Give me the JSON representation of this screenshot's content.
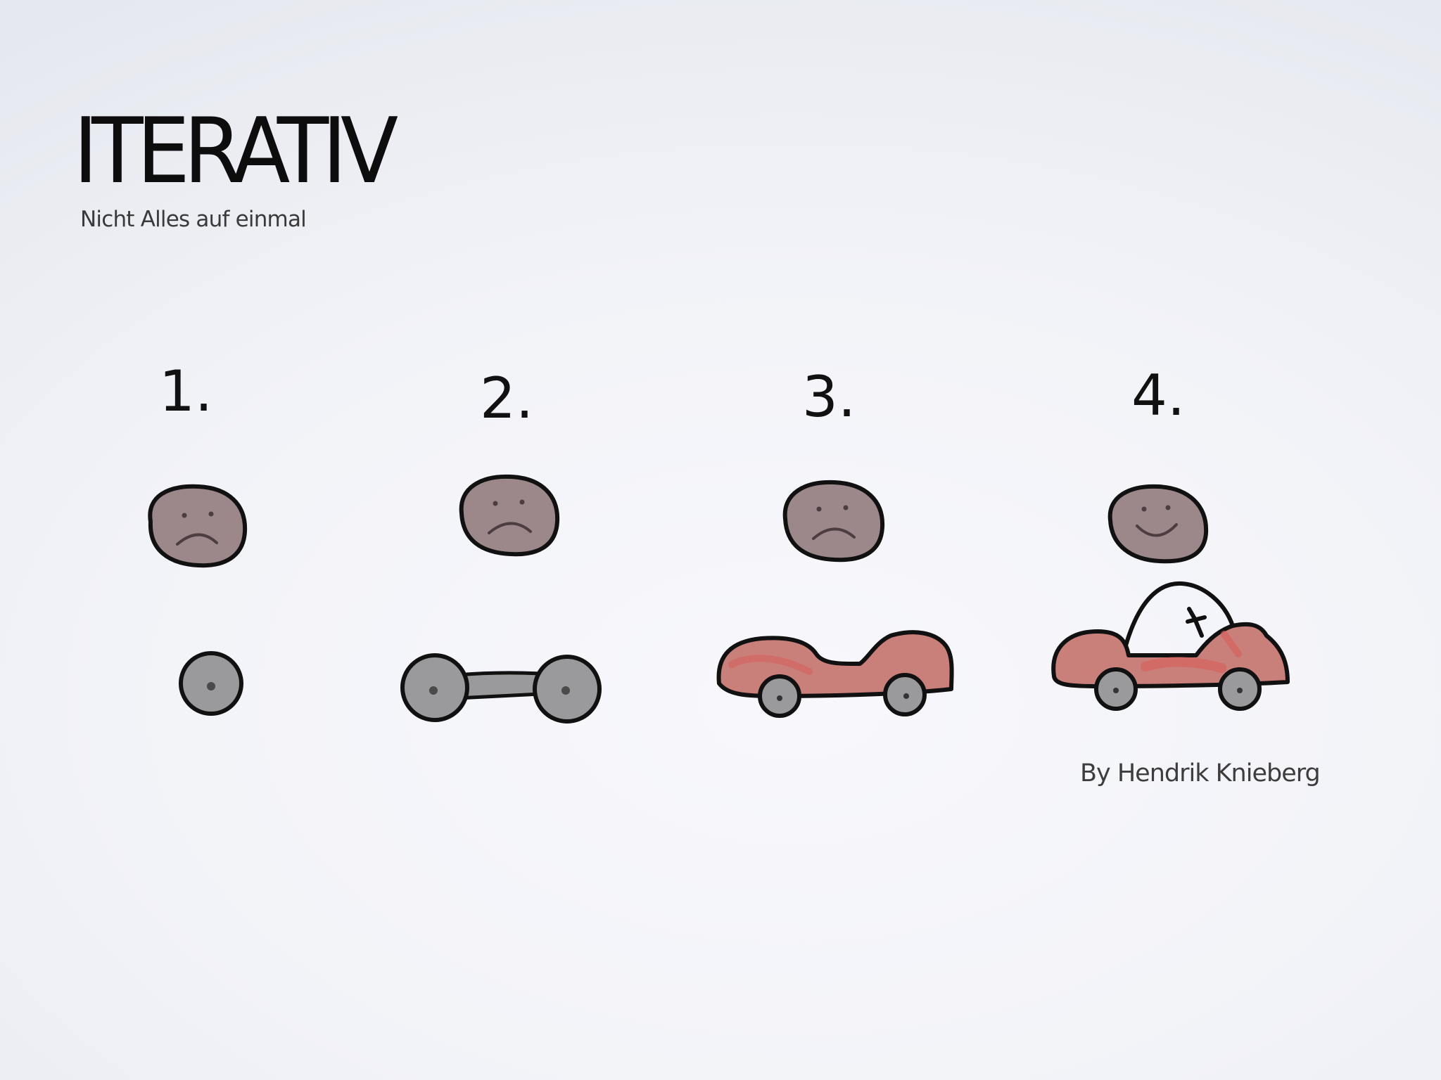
{
  "slide": {
    "title": "ITERATIV",
    "subtitle": "Nicht Alles auf einmal",
    "credit": "By Hendrik Knieberg"
  },
  "steps": [
    {
      "label": "1.",
      "mood": "sad",
      "stage": "wheel"
    },
    {
      "label": "2.",
      "mood": "sad",
      "stage": "axle-with-wheels"
    },
    {
      "label": "3.",
      "mood": "sad",
      "stage": "chassis-with-wheels"
    },
    {
      "label": "4.",
      "mood": "happy",
      "stage": "car"
    }
  ],
  "colors": {
    "face": "#9c878a",
    "wheel": "#9a9a9c",
    "car_body": "#c97f7a",
    "car_accent": "#d5615c",
    "ink": "#111111"
  }
}
